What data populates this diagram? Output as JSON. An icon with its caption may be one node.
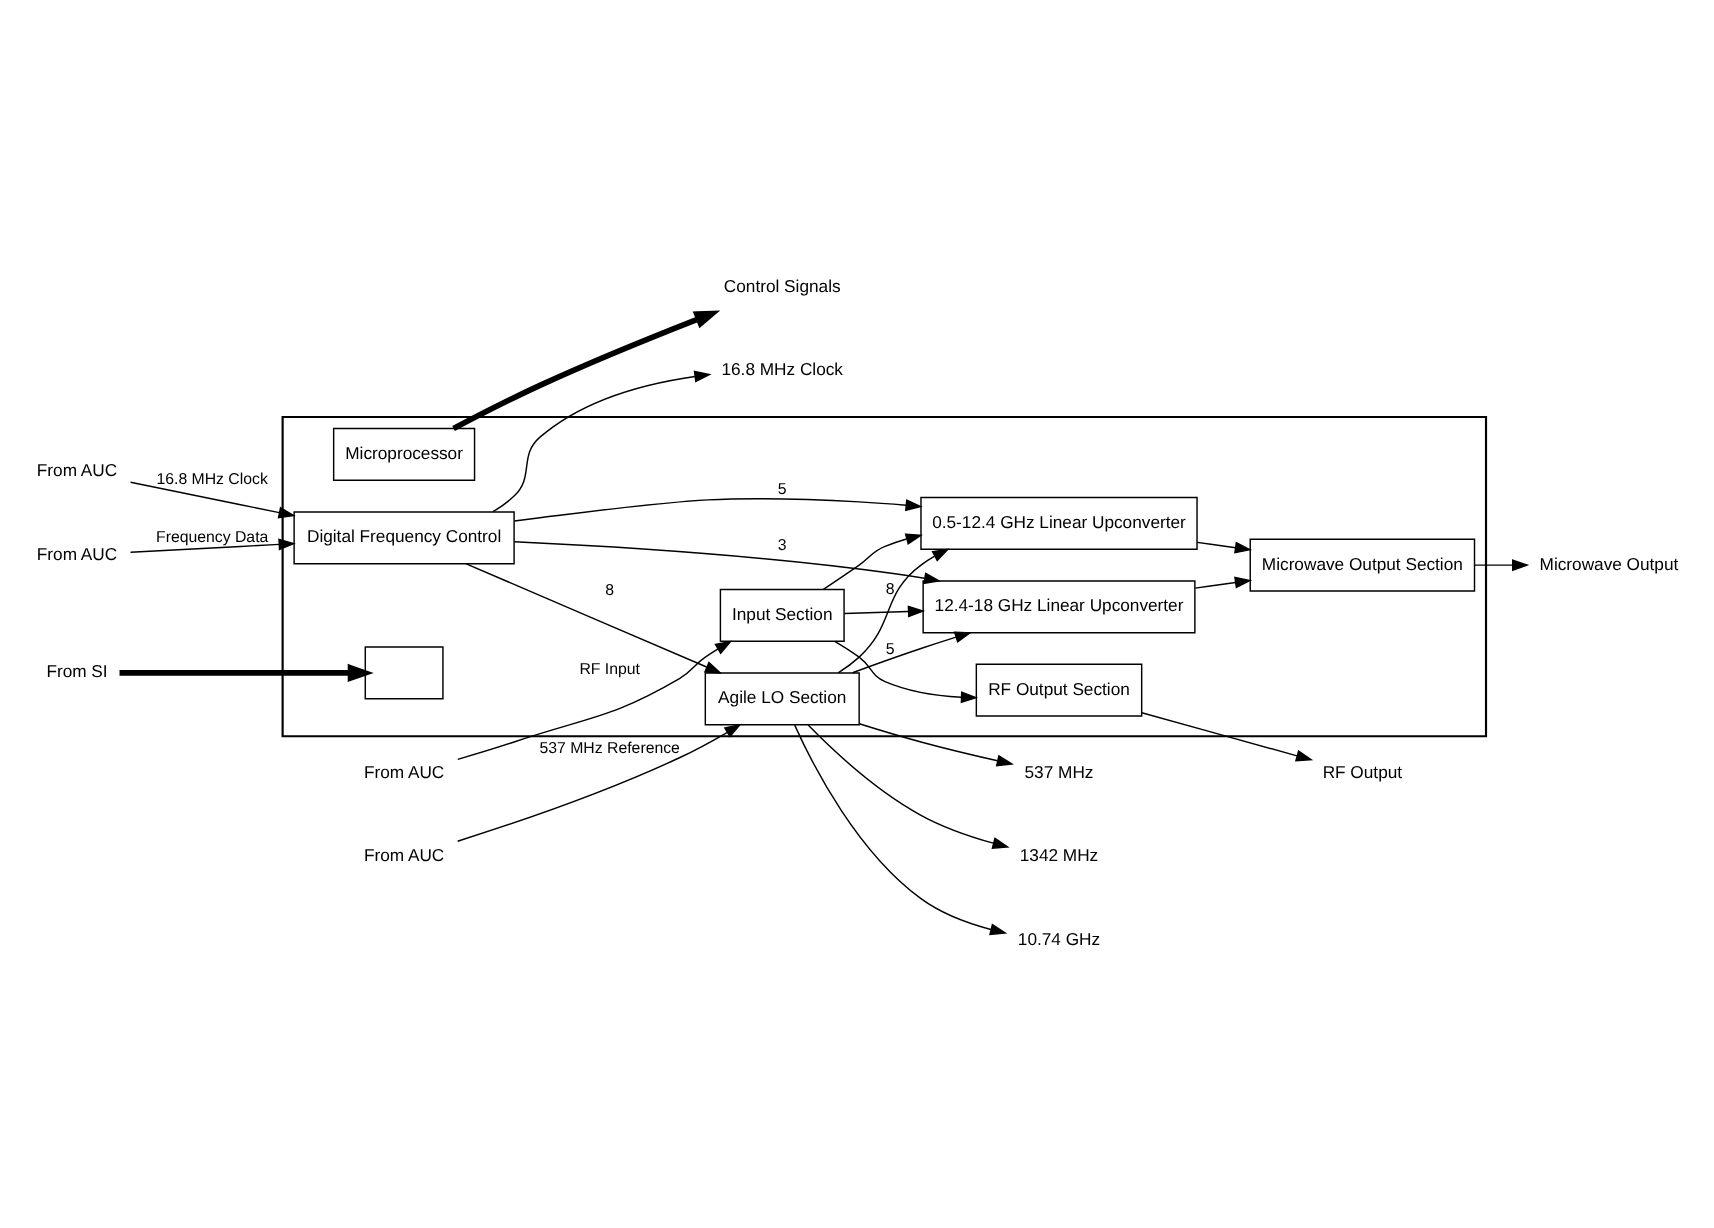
{
  "diagram": {
    "nodes": [
      {
        "text": [],
        "shape": "box"
      },
      {
        "text": [
          "From AUC"
        ]
      },
      {
        "text": [
          "Input Section"
        ],
        "in": 0
      },
      {
        "text": [
          "RF Output Section"
        ],
        "in": 0
      },
      {
        "text": [
          "RF Output"
        ]
      },
      {
        "text": [
          "0.5-12.4 GHz Linear Upconverter"
        ],
        "in": 0
      },
      {
        "text": [
          "Microwave Output Section"
        ],
        "in": 0
      },
      {
        "text": [
          "Microwave Output"
        ]
      },
      {
        "text": [
          "12.4-18 GHz Linear Upconverter"
        ],
        "in": 0
      },
      {
        "text": [
          "From AUC"
        ]
      },
      {
        "text": [
          "Agile LO Section"
        ],
        "in": 0
      },
      {
        "text": [
          "537 MHz"
        ]
      },
      {
        "text": [
          "1342 MHz"
        ]
      },
      {
        "text": [
          "10.74 GHz"
        ]
      },
      {
        "text": [
          "From AUC"
        ]
      },
      {
        "text": [
          "From AUC"
        ]
      },
      {
        "text": [
          "Digital Frequency Control"
        ],
        "in": 0
      },
      {
        "text": [
          "16.8 MHz Clock"
        ]
      },
      {
        "text": [
          "From SI"
        ]
      },
      {
        "text": [],
        "shape": "box",
        "in": 0
      },
      {
        "text": [
          "Microprocessor"
        ],
        "in": 0
      },
      {
        "text": [
          "Control Signals"
        ]
      }
    ],
    "edges": [
      {
        "from": 1,
        "to": 2,
        "arrow": "to",
        "label": "RF Input"
      },
      {
        "from": 2,
        "to": 3,
        "arrow": "to"
      },
      {
        "from": 2,
        "to": 5,
        "arrow": "to"
      },
      {
        "from": 2,
        "to": 8,
        "arrow": "to"
      },
      {
        "from": 3,
        "to": 4,
        "arrow": "to"
      },
      {
        "from": 5,
        "to": 6,
        "arrow": "to"
      },
      {
        "from": 8,
        "to": 6,
        "arrow": "to"
      },
      {
        "from": 6,
        "to": 7,
        "arrow": "to"
      },
      {
        "from": 10,
        "to": 5,
        "arrow": "to",
        "label": "8"
      },
      {
        "from": 10,
        "to": 8,
        "arrow": "to",
        "label": "5"
      },
      {
        "from": 16,
        "to": 8,
        "arrow": "to",
        "label": "3"
      },
      {
        "from": 16,
        "to": 5,
        "arrow": "to",
        "label": "5"
      },
      {
        "from": 9,
        "to": 10,
        "arrow": "to",
        "label": "537 MHz Reference"
      },
      {
        "from": 10,
        "to": 11,
        "arrow": "to"
      },
      {
        "from": 10,
        "to": 12,
        "arrow": "to"
      },
      {
        "from": 10,
        "to": 13,
        "arrow": "to"
      },
      {
        "from": 16,
        "to": 10,
        "arrow": "to",
        "label": "8"
      },
      {
        "from": 14,
        "to": 16,
        "arrow": "to",
        "label": "16.8 MHz Clock"
      },
      {
        "from": 15,
        "to": 16,
        "arrow": "to",
        "label": "Frequency Data"
      },
      {
        "from": 16,
        "to": 17,
        "arrow": "to"
      },
      {
        "from": 18,
        "to": 19,
        "arrow": "to",
        "style": "thick"
      },
      {
        "from": 20,
        "to": 21,
        "arrow": "to",
        "style": "thick"
      }
    ]
  }
}
